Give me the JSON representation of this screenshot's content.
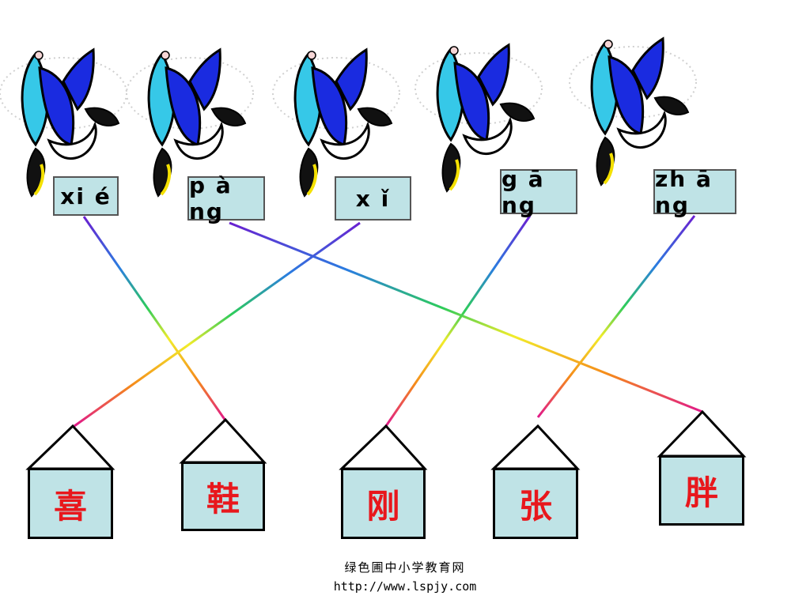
{
  "pinyin_cards": [
    "xi é",
    "p à ng",
    "x ǐ",
    "g ā ng",
    "zh ā ng"
  ],
  "houses": [
    "喜",
    "鞋",
    "刚",
    "张",
    "胖"
  ],
  "footer": {
    "site_name": "绿色圃中小学教育网",
    "url": "http://www.lspjy.com"
  },
  "colors": {
    "card_fill": "#bfe3e6",
    "character_color": "#e8171c",
    "bird_blue": "#1a2be0",
    "bird_cyan": "#36c8e8"
  },
  "matches": [
    {
      "pinyin": "xi é",
      "character": "鞋"
    },
    {
      "pinyin": "p à ng",
      "character": "胖"
    },
    {
      "pinyin": "x ǐ",
      "character": "喜"
    },
    {
      "pinyin": "g ā ng",
      "character": "刚"
    },
    {
      "pinyin": "zh ā ng",
      "character": "张"
    }
  ]
}
